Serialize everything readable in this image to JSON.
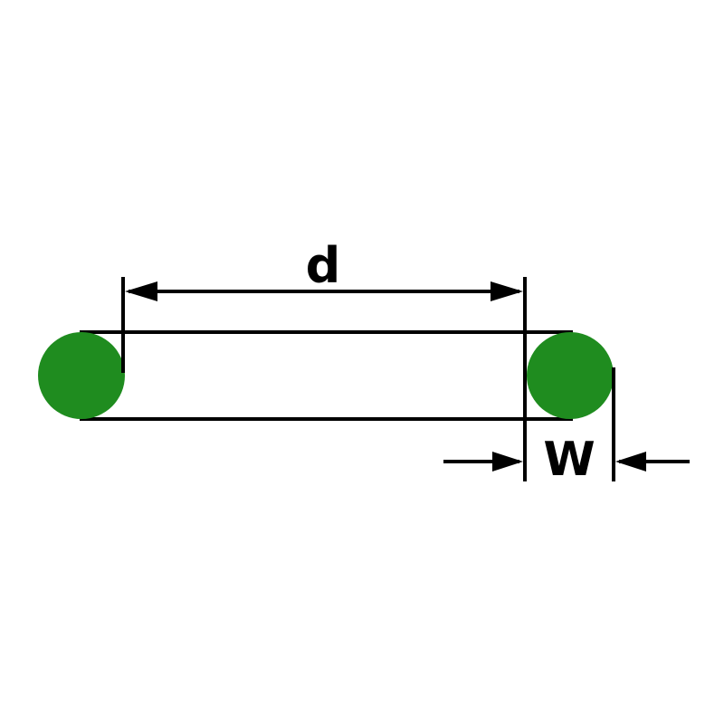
{
  "diagram": {
    "type": "technical-dimension-diagram",
    "subject": "O-ring cross-section with diameter and width dimension callouts",
    "labels": {
      "inner_diameter": "d",
      "cross_section_width": "W"
    },
    "colors": {
      "oring_fill": "#1f8c1f",
      "line": "#000000",
      "background": "#ffffff"
    }
  }
}
